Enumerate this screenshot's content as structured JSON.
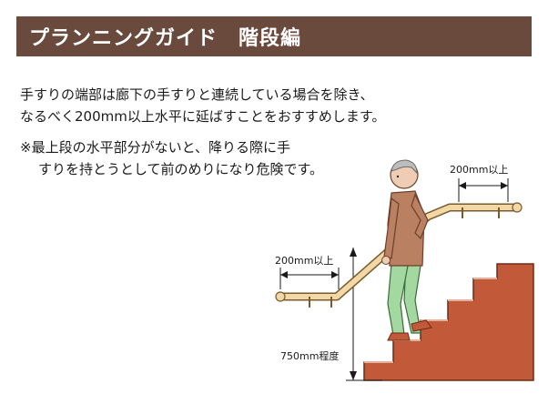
{
  "header": {
    "title": "プランニングガイド　階段編"
  },
  "body": {
    "line1": "手すりの端部は廊下の手すりと連続している場合を除き、",
    "line2": "なるべく200mm以上水平に延ばすことをおすすめします。",
    "note1": "※最上段の水平部分がないと、降りる際に手",
    "note2": "すりを持とうとして前のめりになり危険です。"
  },
  "diagram": {
    "dim_top": "200mm以上",
    "dim_bottom": "200mm以上",
    "dim_height": "750mm程度"
  },
  "colors": {
    "header_bg": "#6b4a3e",
    "stair": "#c25a3a",
    "handrail": "#f1d8a6",
    "shirt": "#b98062",
    "pants": "#a3d9a0"
  }
}
